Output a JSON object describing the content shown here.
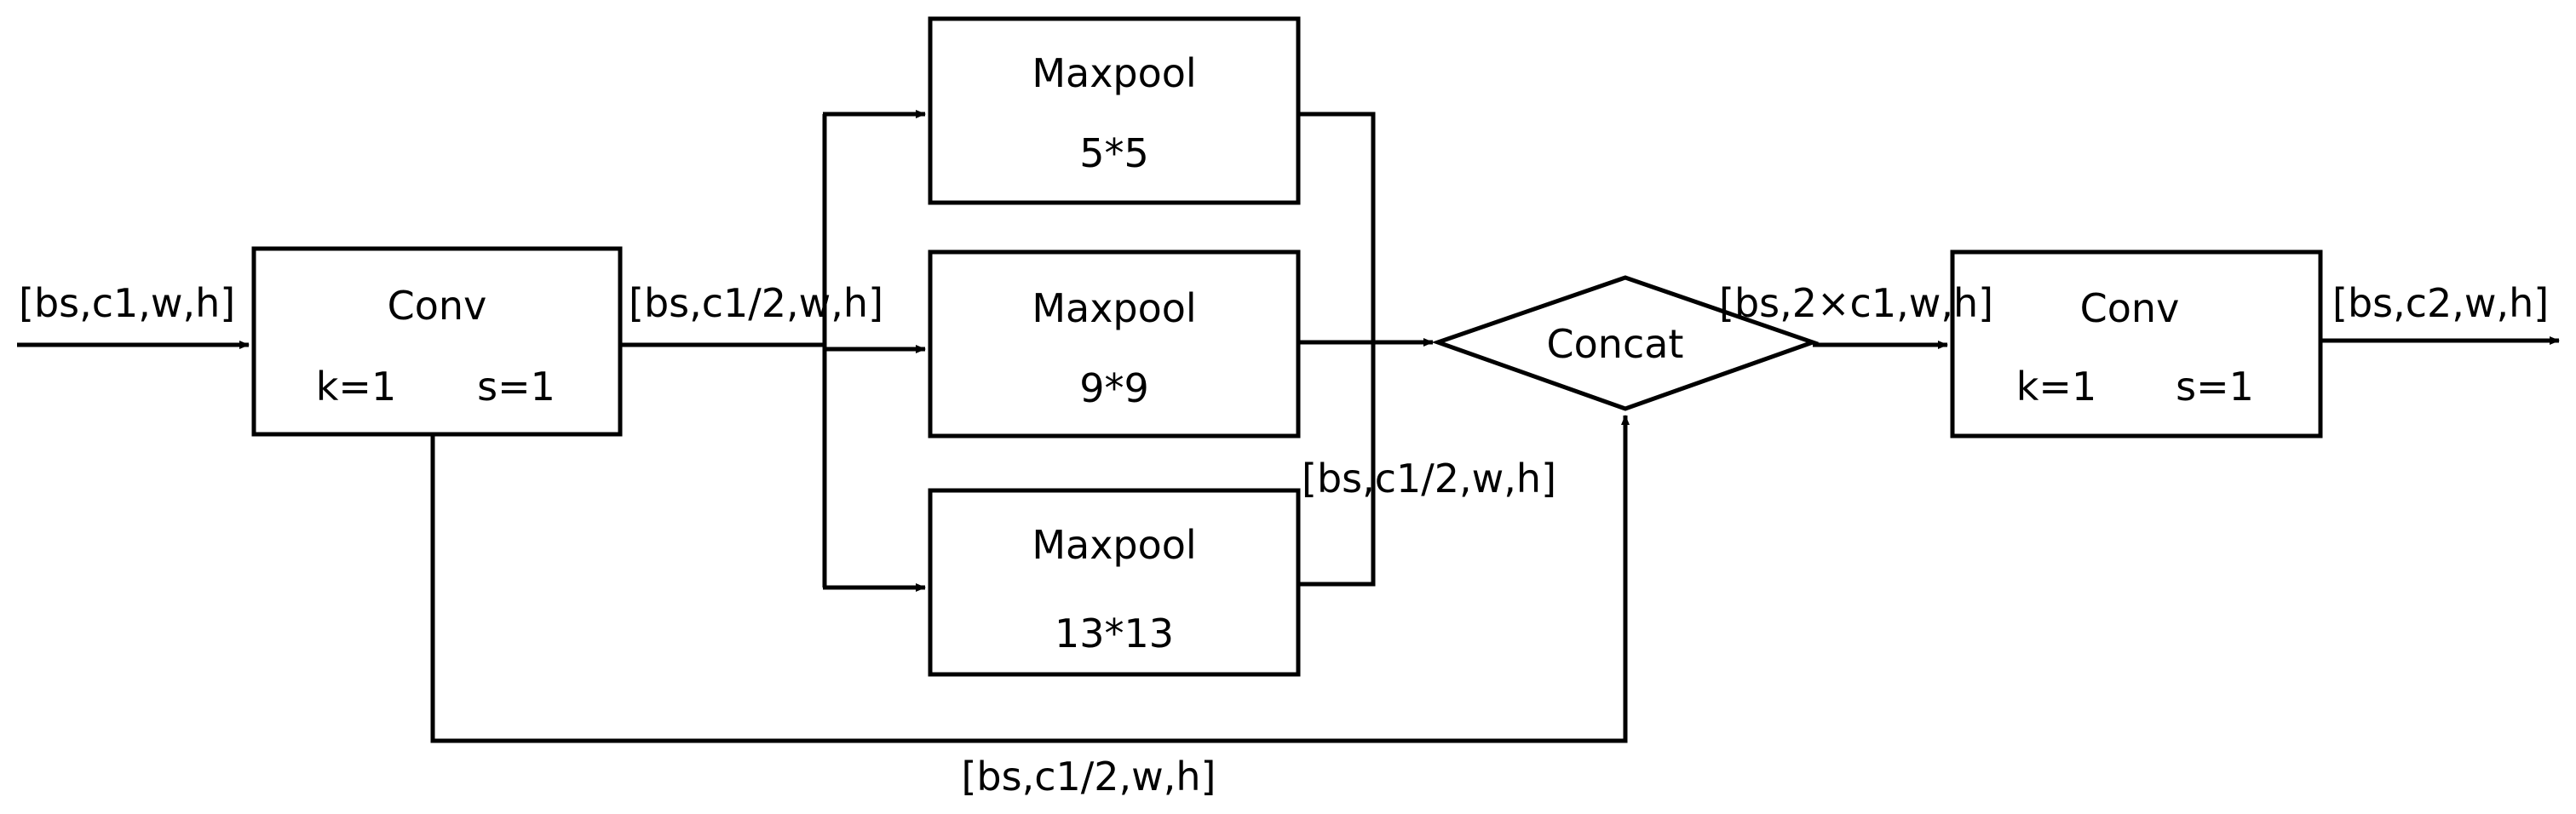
{
  "colors": {
    "stroke": "#000000",
    "background": "#ffffff"
  },
  "input_label": "[bs,c1,w,h]",
  "conv_in": {
    "title": "Conv",
    "kernel": "k=1",
    "stride": "s=1"
  },
  "after_conv_label": "[bs,c1/2,w,h]",
  "maxpools": [
    {
      "title": "Maxpool",
      "size": "5*5"
    },
    {
      "title": "Maxpool",
      "size": "9*9"
    },
    {
      "title": "Maxpool",
      "size": "13*13"
    }
  ],
  "pool_out_label": "[bs,c1/2,w,h]",
  "skip_label": "[bs,c1/2,w,h]",
  "concat": {
    "title": "Concat",
    "out_label": "[bs,2×c1,w,h]"
  },
  "conv_out": {
    "title": "Conv",
    "kernel": "k=1",
    "stride": "s=1"
  },
  "output_label": "[bs,c2,w,h]"
}
